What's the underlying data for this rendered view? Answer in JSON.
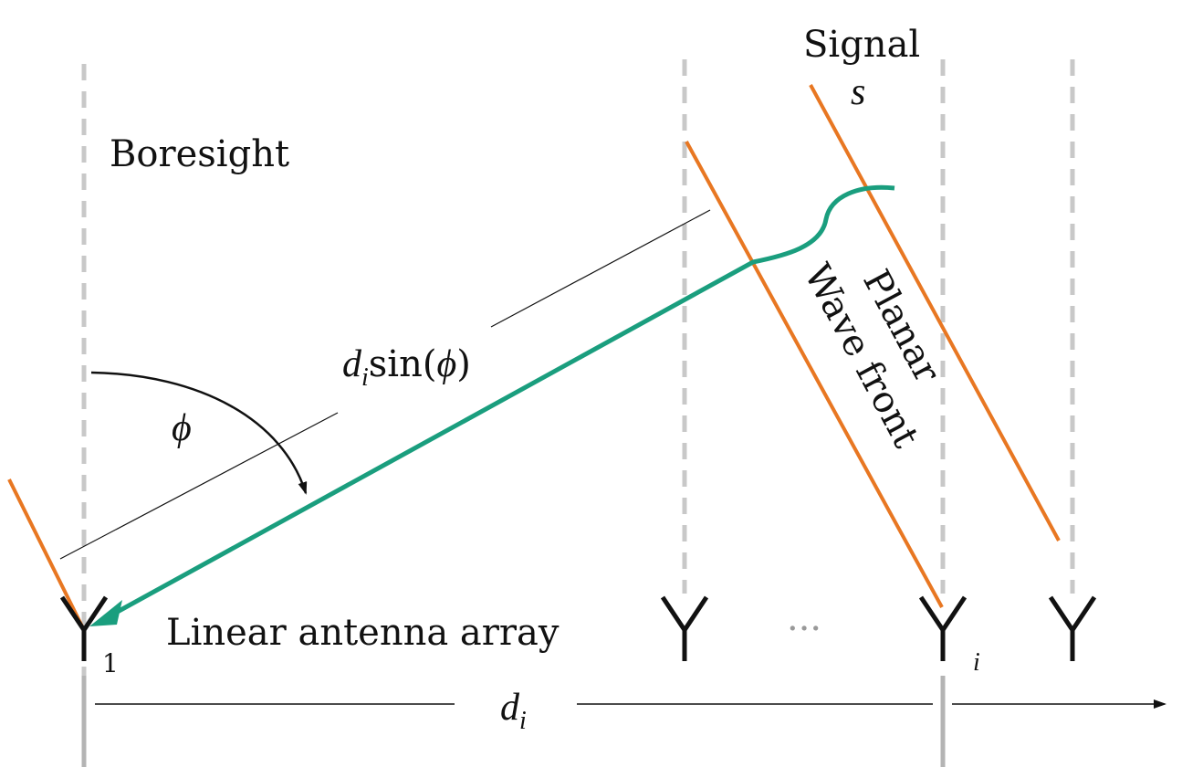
{
  "labels": {
    "signal": "Signal",
    "signal_symbol": "s",
    "boresight": "Boresight",
    "path_expr_d": "d",
    "path_expr_sub": "i",
    "path_expr_rest": "sin(",
    "path_expr_phi": "ϕ",
    "path_expr_close": ")",
    "angle_symbol": "ϕ",
    "wavefront_line1": "Planar",
    "wavefront_line2": "Wave front",
    "array_label": "Linear antenna array",
    "ellipsis": "···",
    "antenna_first_index": "1",
    "antenna_i_index": "i",
    "distance_d": "d",
    "distance_sub": "i"
  },
  "colors": {
    "wavefront": "#e87722",
    "signal_path": "#1a9e7e",
    "boresight": "#c8c8c8",
    "antenna": "#111111",
    "dimension": "#111111"
  },
  "icons": {
    "antenna": "antenna-icon",
    "arrowhead": "arrowhead-icon"
  }
}
